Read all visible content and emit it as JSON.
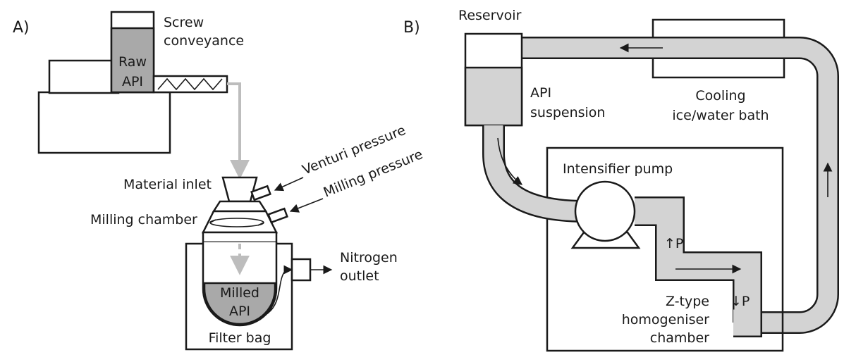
{
  "panel_a": {
    "letter": "A)",
    "raw_api": [
      "Raw",
      "API"
    ],
    "screw_conveyance": [
      "Screw",
      "conveyance"
    ],
    "venturi_pressure": "Venturi pressure",
    "milling_pressure": "Milling pressure",
    "material_inlet": "Material inlet",
    "milling_chamber": "Milling chamber",
    "nitrogen_outlet": [
      "Nitrogen",
      "outlet"
    ],
    "milled_api": [
      "Milled",
      "API"
    ],
    "filter_bag": "Filter bag"
  },
  "panel_b": {
    "letter": "B)",
    "reservoir": "Reservoir",
    "api_suspension": [
      "API",
      "suspension"
    ],
    "cooling_bath": [
      "Cooling",
      "ice/water bath"
    ],
    "intensifier_pump": "Intensifier pump",
    "pressure_up": "↑P",
    "pressure_down": "↓P",
    "homogeniser_chamber": [
      "Z-type",
      "homogeniser",
      "chamber"
    ]
  },
  "colors": {
    "line": "#1a1a1a",
    "material_fill": "#a9a9a9",
    "pipe_fill": "#d3d3d3",
    "flow_path": "#bdbdbd"
  }
}
